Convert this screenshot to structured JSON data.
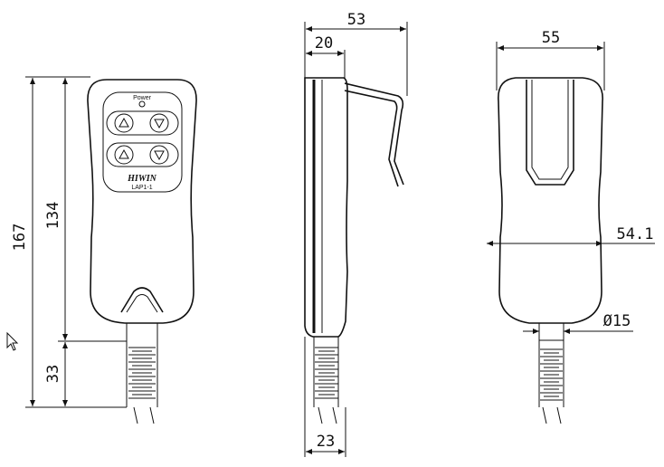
{
  "front_view": {
    "power_label": "Power",
    "brand": "HIWIN",
    "model": "LAP1-1",
    "dims": {
      "total_height": "167",
      "body_height": "134",
      "cable_length": "33"
    }
  },
  "side_view": {
    "dims": {
      "total_depth": "53",
      "clip_depth": "20",
      "cable_width": "23"
    }
  },
  "back_view": {
    "dims": {
      "width": "55",
      "mid_width": "54.1",
      "cable_dia": "Ø15"
    }
  }
}
